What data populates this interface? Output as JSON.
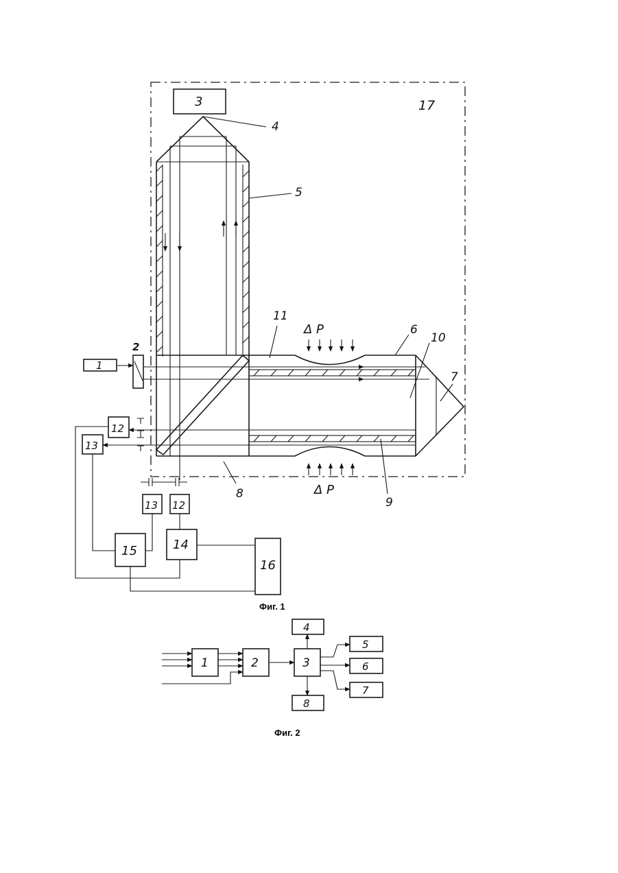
{
  "figure1": {
    "caption": "Фиг. 1",
    "labels": {
      "n1": "1",
      "n2": "2",
      "n3": "3",
      "n4": "4",
      "n5": "5",
      "n6": "6",
      "n7": "7",
      "n8": "8",
      "n9": "9",
      "n10": "10",
      "n11": "11",
      "n12a": "12",
      "n12b": "12",
      "n13a": "13",
      "n13b": "13",
      "n14": "14",
      "n15": "15",
      "n16": "16",
      "n17": "17",
      "pressure_top": "Δ P",
      "pressure_bottom": "Δ P"
    }
  },
  "figure2": {
    "caption": "Фиг. 2",
    "blocks": {
      "b1": "1",
      "b2": "2",
      "b3": "3",
      "b4": "4",
      "b5": "5",
      "b6": "6",
      "b7": "7",
      "b8": "8"
    }
  }
}
